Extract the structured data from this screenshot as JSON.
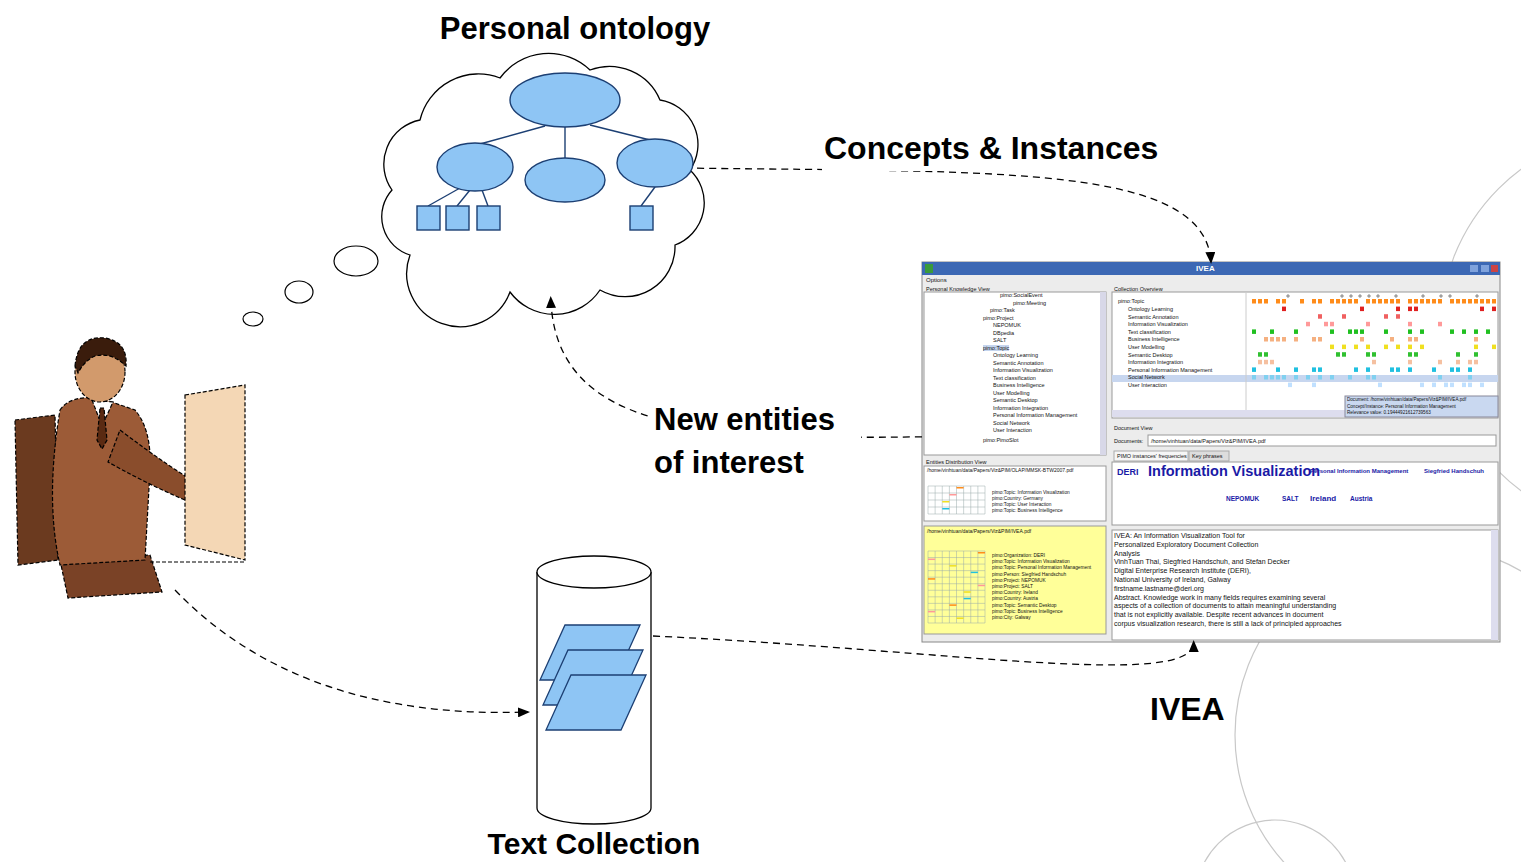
{
  "diagram": {
    "nodes": [
      {
        "text": [
          "Personal ontology"
        ]
      },
      {
        "text": [
          "IVEA"
        ]
      },
      {
        "text": [
          "Text Collection"
        ]
      }
    ],
    "edges": [
      {
        "from": 0,
        "to": 1,
        "label": "Concepts & Instances",
        "arrow": "to"
      },
      {
        "from": 1,
        "to": 0,
        "label": "New entities of interest",
        "arrow": "to"
      },
      {
        "from": 2,
        "to": 1,
        "arrow": "to"
      }
    ],
    "labels": [
      "IVEA",
      "Options",
      "Personal Knowledge View",
      "pimo:SocialEvent",
      "pimo:Meeting",
      "pimo:Task",
      "pimo:Project",
      "NEPOMUK",
      "DBpedia",
      "SALT",
      "pimo:Topic",
      "Ontology Learning",
      "Semantic Annotation",
      "Information Visualization",
      "Text classification",
      "Business Intelligence",
      "User Modelling",
      "Semantic Desktop",
      "Information Integration",
      "Personal Information Management",
      "Social Network",
      "User Interaction",
      "pimo:PimoSlot",
      "Entities Distribution View",
      "/home/vinhtuan/data/Papers/Viz&PIM/OLAP/MMSK-BTW2007.pdf",
      "pimo:Topic: Information Visualization",
      "pimo:Country: Germany",
      "pimo:Topic: User Interaction",
      "pimo:Topic: Business Intelligence",
      "/home/vinhtuan/data/Papers/Viz&PIM/IVEA.pdf",
      "pimo:Organization: DERI",
      "pimo:Topic: Information Visualization",
      "pimo:Topic: Personal Information Management",
      "pimo:Person: Siegfried Handschuh",
      "pimo:Project: NEPOMUK",
      "pimo:Project: SALT",
      "pimo:Country: Ireland",
      "pimo:Country: Austria",
      "pimo:Topic: Semantic Desktop",
      "pimo:Topic: Business Intelligence",
      "pimo:City: Galway",
      "Collection Overview",
      "pimo:Topic",
      "Ontology Learning",
      "Semantic Annotation",
      "Information Visualization",
      "Text classification",
      "Business Intelligence",
      "User Modelling",
      "Semantic Desktop",
      "Information Integration",
      "Personal Information Management",
      "Social Network",
      "User Interaction",
      "Document: /home/vinhtuan/data/Papers/Viz&PIM/IVEA.pdf",
      "Concept/Instance: Personal Information Management",
      "Relevance value: 0.19444921612739563",
      "Document View",
      "Documents:",
      "/home/vinhtuan/data/Papers/Viz&PIM/IVEA.pdf",
      "PIMO instances' frequencies",
      "Key phrases",
      "DERI",
      "Information Visualization",
      "Personal Information Management",
      "Siegfried Handschuh",
      "NEPOMUK",
      "SALT",
      "Ireland",
      "Austria",
      "IVEA: An Information Visualization Tool for",
      "Personalized Exploratory Document Collection",
      "Analysis",
      "VinhTuan Thai, Siegfried Handschuh, and Stefan Decker",
      "Digital Enterprise Research Institute (DERI),",
      "National University of Ireland, Galway",
      "firstname.lastname@deri.org",
      "Abstract. Knowledge work in many fields requires examining several",
      "aspects of a collection of documents to attain meaningful understanding",
      "that is not explicitly available. Despite recent advances in document",
      "corpus visualization research, there is still a lack of principled approaches"
    ]
  }
}
